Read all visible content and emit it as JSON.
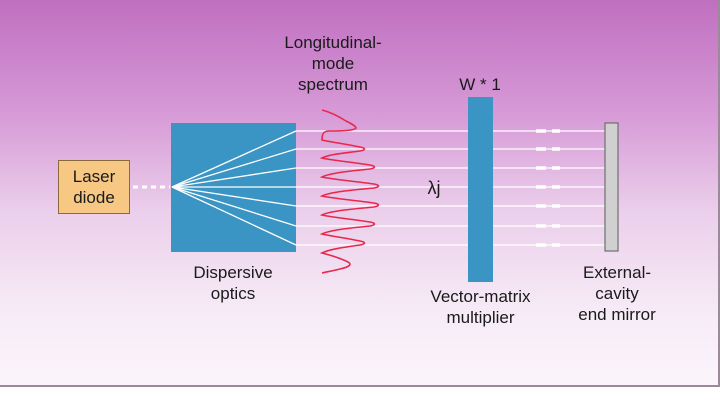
{
  "labels": {
    "laser_diode": "Laser\ndiode",
    "dispersive_optics": "Dispersive\noptics",
    "spectrum": "Longitudinal-\nmode\nspectrum",
    "weight": "W * 1",
    "lambda": "λj",
    "vmm": "Vector-matrix\nmultiplier",
    "mirror": "External-\ncavity\nend mirror"
  },
  "colors": {
    "laser_box": "#f7c784",
    "optics_block": "#3a94c4",
    "vmm_bar": "#3a94c4",
    "mirror": "#d0d0d0",
    "spectrum_curve": "#e8284c",
    "beam": "#ffffff"
  },
  "icons": [
    "laser-diode-box",
    "dispersive-optics-block",
    "spectrum-curve",
    "vector-matrix-multiplier",
    "end-mirror"
  ]
}
